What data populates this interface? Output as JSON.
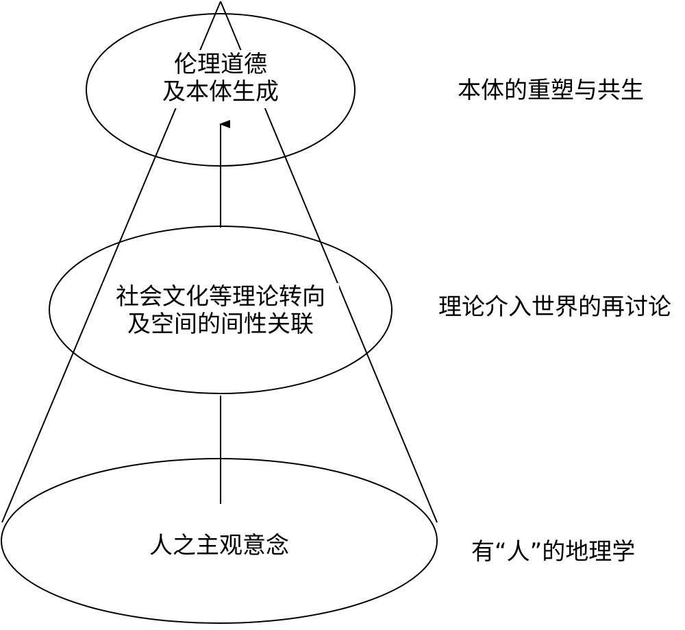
{
  "levels": {
    "top": {
      "ellipse_lines": [
        "伦理道德",
        "及本体生成"
      ],
      "side_label": "本体的重塑与共生"
    },
    "middle": {
      "ellipse_lines": [
        "社会文化等理论转向",
        "及空间的间性关联"
      ],
      "side_label": "理论介入世界的再讨论"
    },
    "bottom": {
      "ellipse_lines": [
        "人之主观意念"
      ],
      "side_label": "有“人”的地理学"
    }
  },
  "colors": {
    "stroke": "#000000",
    "background": "#ffffff"
  }
}
